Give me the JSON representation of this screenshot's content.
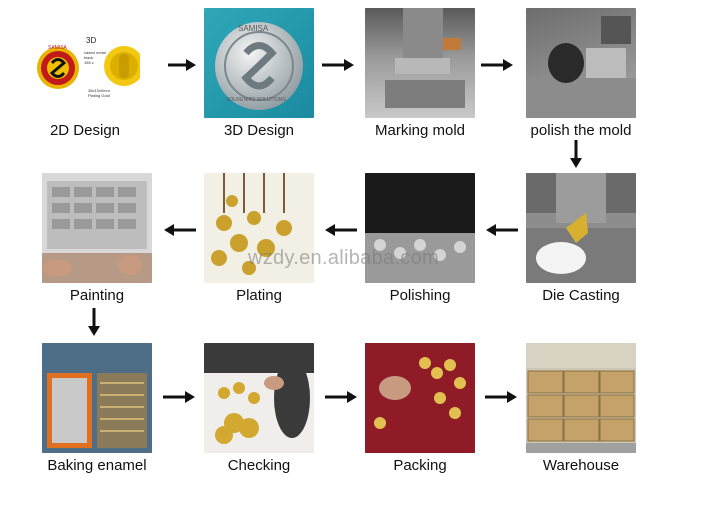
{
  "diagram": {
    "steps": [
      {
        "label": "2D Design"
      },
      {
        "label": "3D Design"
      },
      {
        "label": "Marking mold"
      },
      {
        "label": "polish the mold"
      },
      {
        "label": "Die Casting"
      },
      {
        "label": "Polishing"
      },
      {
        "label": "Plating"
      },
      {
        "label": "Painting"
      },
      {
        "label": "Baking enamel"
      },
      {
        "label": "Checking"
      },
      {
        "label": "Packing"
      },
      {
        "label": "Warehouse"
      }
    ],
    "design_2d": {
      "logo_text": "SAMISA",
      "tag": "3D",
      "legend": [
        "raised metal",
        "black",
        "185 c"
      ],
      "size_note": "38x13x0mm",
      "finish": "Plating Gold"
    },
    "design_3d": {
      "arc_top": "SAMISA",
      "arc_bottom": "SOUVENIRS SOLUTIONS"
    },
    "watermark": "wzdy.en.alibaba.com"
  }
}
